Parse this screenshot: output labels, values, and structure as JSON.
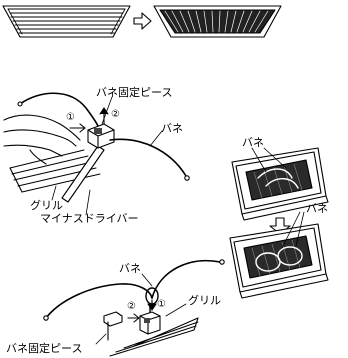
{
  "labels": {
    "spring_fixing_piece": "バネ固定ピース",
    "spring": "バネ",
    "grille": "グリル",
    "flathead_screwdriver": "マイナスドライバー"
  },
  "steps": {
    "one": "①",
    "two": "②"
  },
  "icons": {
    "next_arrow": "hollow-right-arrow-icon",
    "down_arrow": "hollow-down-arrow-icon"
  },
  "colors": {
    "line": "#000000",
    "fill": "#ffffff",
    "shade": "#333333"
  }
}
